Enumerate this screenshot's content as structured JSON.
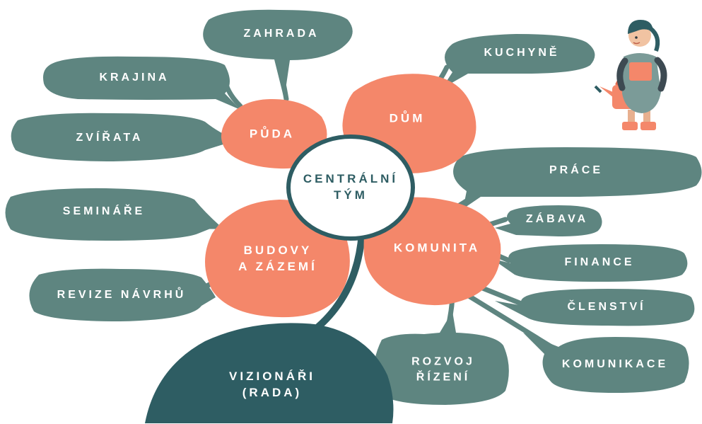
{
  "center": {
    "line1": "CENTRÁLNÍ",
    "line2": "TÝM"
  },
  "petals": {
    "puda": "PŮDA",
    "dum": "DŮM",
    "budovy_line1": "BUDOVY",
    "budovy_line2": "A ZÁZEMÍ",
    "komunita": "KOMUNITA"
  },
  "leaves": {
    "zahrada": "ZAHRADA",
    "krajina": "KRAJINA",
    "zvirata": "ZVÍŘATA",
    "kuchyne": "KUCHYNĚ",
    "seminare": "SEMINÁŘE",
    "revize": "REVIZE NÁVRHŮ",
    "prace": "PRÁCE",
    "zabava": "ZÁBAVA",
    "finance": "FINANCE",
    "clenstvi": "ČLENSTVÍ",
    "komunikace": "KOMUNIKACE",
    "rozvoj_line1": "ROZVOJ",
    "rozvoj_line2": "ŘÍZENÍ"
  },
  "vizionari": {
    "line1": "VIZIONÁŘI",
    "line2": "(RADA)"
  },
  "colors": {
    "leaf": "#5e8580",
    "petal": "#f4876a",
    "dark": "#2e5d63",
    "center_fill": "#ffffff",
    "center_text": "#2e5d63"
  },
  "icons": {
    "mascot": "gardener-girl-with-watering-can-icon"
  }
}
